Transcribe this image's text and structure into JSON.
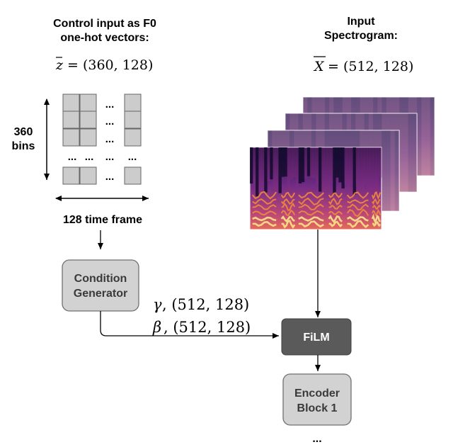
{
  "left_title": {
    "line1": "Control input as F0",
    "line2": "one-hot vectors:"
  },
  "left_shape": {
    "var": "z",
    "value": "= (360, 128)"
  },
  "right_title": {
    "line1": "Input",
    "line2": "Spectrogram:"
  },
  "right_shape": {
    "var": "X",
    "value": "= (512, 128)"
  },
  "grid_labels": {
    "bins_number": "360",
    "bins_unit": "bins",
    "time": "128 time frame",
    "ellipsis": "..."
  },
  "condition_generator": {
    "line1": "Condition",
    "line2": "Generator"
  },
  "gamma_label": {
    "symbol": "γ",
    "value": ", (512, 128)"
  },
  "beta_label": {
    "symbol": "β",
    "value": ", (512, 128)"
  },
  "film_label": "FiLM",
  "encoder_block": {
    "line1": "Encoder",
    "line2": "Block 1"
  },
  "bottom_ellipsis": "...",
  "colors": {
    "cell_fill": "#cccccc",
    "cell_stroke": "#666666",
    "gen_fill": "#d2d2d2",
    "film_fill": "#5a5a5a",
    "encoder_fill": "#d2d2d2",
    "spectro_dark": "#140a2e",
    "spectro_mid": "#8a2d7e",
    "spectro_hot": "#f28a3c",
    "spectro_peak": "#fce38a"
  }
}
